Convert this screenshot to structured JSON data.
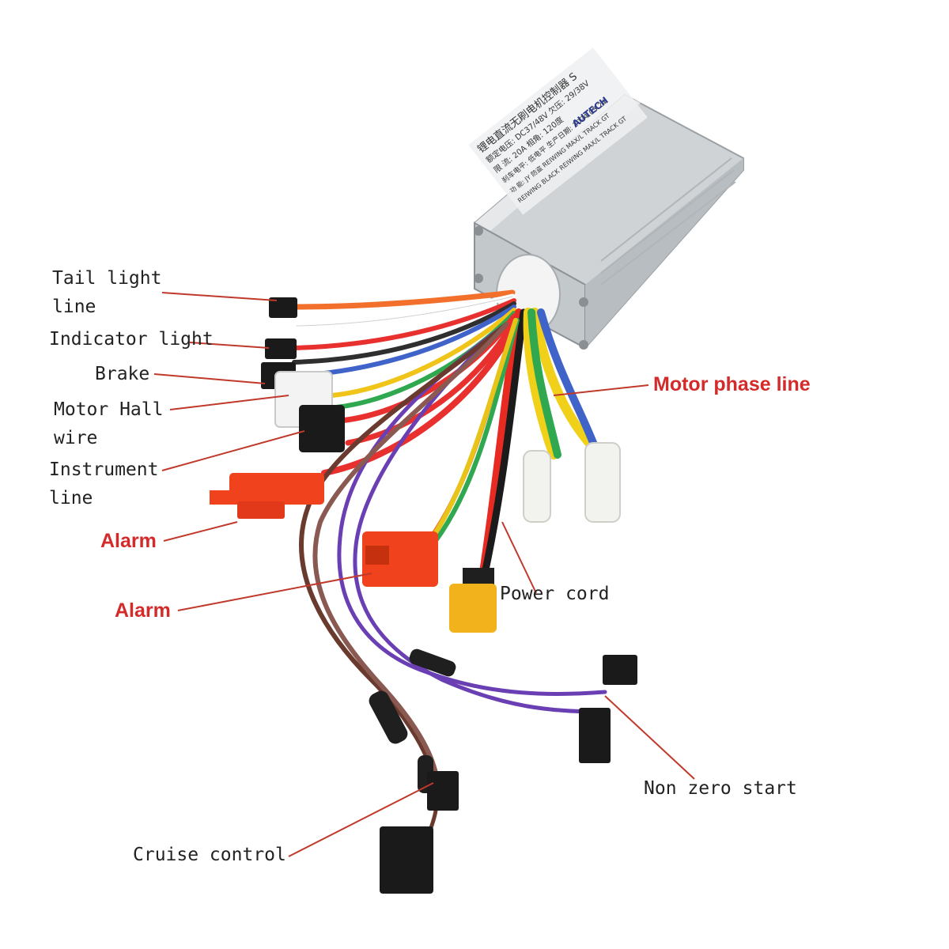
{
  "labels": {
    "tail_light_1": "Tail light",
    "tail_light_2": "line",
    "indicator_light": "Indicator light",
    "brake": "Brake",
    "motor_hall_1": "Motor Hall",
    "motor_hall_2": "wire",
    "instrument_1": "Instrument",
    "instrument_2": "line",
    "alarm_1": "Alarm",
    "alarm_2": "Alarm",
    "power_cord": "Power cord",
    "motor_phase": "Motor phase line",
    "non_zero_start": "Non zero start",
    "cruise_control": "Cruise control"
  },
  "controller": {
    "brand": "AUTECH",
    "label_line_1": "锂电直流无刷电机控制器 S",
    "label_line_2": "额定电压: DC37/48V 欠压: 29/38V",
    "label_line_3": "限 流: 20A 相角: 120度",
    "label_line_4": "刹车电平: 低电平 生产日期: 2024.03.24",
    "label_line_5": "功 能: JY 防盗 REIWING MAX/L TRACK GT",
    "label_line_6": "REIWING BLACK REIWING MAX/L TRACK GT"
  },
  "colors": {
    "leader_line": "#c0392b",
    "accent_text": "#d42a2a",
    "housing": "#d9dcde"
  }
}
